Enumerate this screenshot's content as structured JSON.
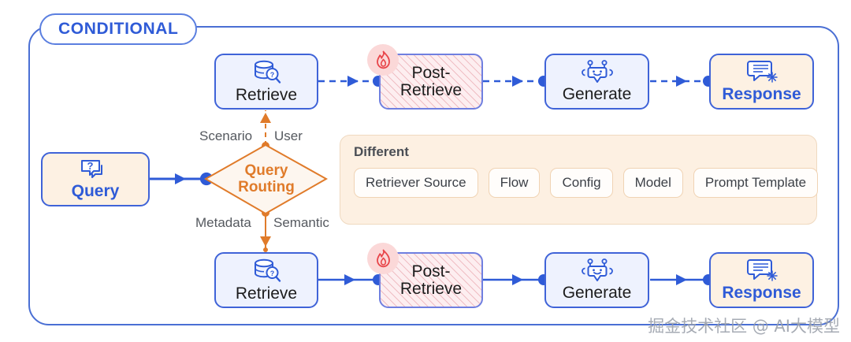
{
  "frame": {
    "title": "CONDITIONAL",
    "border_color": "#4a6fd4"
  },
  "colors": {
    "blue": "#2f5bd7",
    "blue_border": "#3f63d8",
    "orange": "#e07b2a",
    "cream": "#fdf1e3",
    "light_blue_fill": "#eef2fe",
    "hatch_pink": "#fdeef0",
    "flame_red": "#e8454a",
    "panel_bg": "#fdf0e2"
  },
  "query": {
    "label": "Query",
    "icon": "question-speech-bubble-icon"
  },
  "routing": {
    "label": "Query\nRouting",
    "edge_labels": {
      "top_left": "Scenario",
      "top_right": "User",
      "bottom_left": "Metadata",
      "bottom_right": "Semantic"
    }
  },
  "branches": [
    {
      "id": "top",
      "line_style": "dashed",
      "steps": [
        {
          "label": "Retrieve",
          "icon": "database-search-icon",
          "style": "blue"
        },
        {
          "label": "Post-\nRetrieve",
          "icon": "flame-icon",
          "style": "hatch"
        },
        {
          "label": "Generate",
          "icon": "robot-icon",
          "style": "blue"
        },
        {
          "label": "Response",
          "icon": "response-bubble-icon",
          "style": "cream"
        }
      ]
    },
    {
      "id": "bottom",
      "line_style": "solid",
      "steps": [
        {
          "label": "Retrieve",
          "icon": "database-search-icon",
          "style": "blue"
        },
        {
          "label": "Post-\nRetrieve",
          "icon": "flame-icon",
          "style": "hatch"
        },
        {
          "label": "Generate",
          "icon": "robot-icon",
          "style": "blue"
        },
        {
          "label": "Response",
          "icon": "response-bubble-icon",
          "style": "cream"
        }
      ]
    }
  ],
  "different_panel": {
    "title": "Different",
    "tags": [
      "Retriever Source",
      "Flow",
      "Config",
      "Model",
      "Prompt Template"
    ]
  },
  "watermark": "掘金技术社区 @ AI大模型"
}
